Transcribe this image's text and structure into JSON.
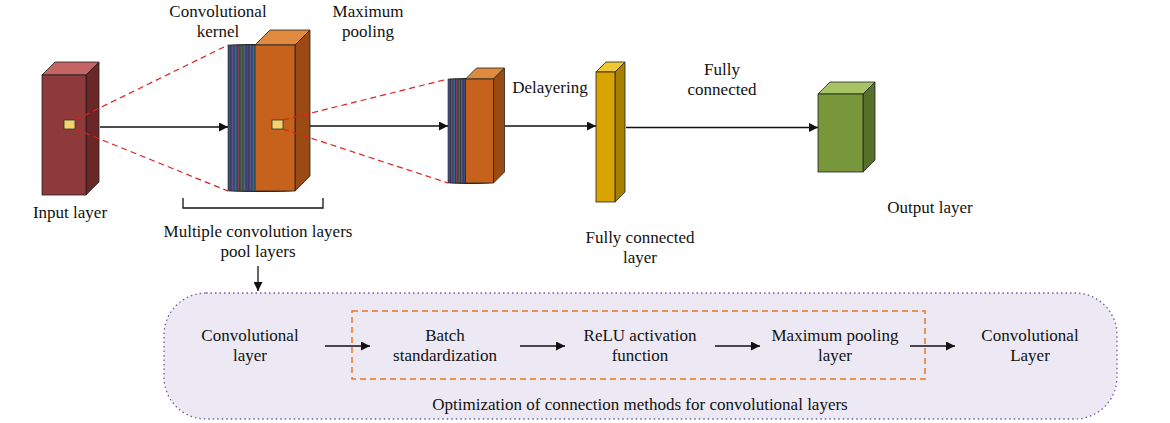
{
  "diagram": {
    "nodes": [
      {
        "text": [
          "Input layer"
        ]
      },
      {
        "text": [
          "Convolutional kernel"
        ]
      },
      {
        "text": [
          "Maximum pooling"
        ]
      },
      {
        "text": [
          "Fully connected layer"
        ]
      },
      {
        "text": [
          "Output layer"
        ]
      },
      {
        "text": [
          "Optimization of connection methods for convolutional layers"
        ]
      },
      {
        "text": [
          "Convolutional layer"
        ],
        "in": 5
      },
      {
        "text": [
          "Batch standardization"
        ],
        "in": 5
      },
      {
        "text": [
          "ReLU activation function"
        ],
        "in": 5
      },
      {
        "text": [
          "Maximum pooling layer"
        ],
        "in": 5
      },
      {
        "text": [
          "Convolutional Layer"
        ],
        "in": 5
      }
    ],
    "edges": [
      {
        "from": 0,
        "to": 1,
        "arrow": "to"
      },
      {
        "from": 1,
        "to": 2,
        "arrow": "to"
      },
      {
        "from": 2,
        "to": 3,
        "label": "Delayering",
        "arrow": "to"
      },
      {
        "from": 3,
        "to": 4,
        "label": "Fully connected",
        "arrow": "to"
      },
      {
        "from": 6,
        "to": 7,
        "arrow": "to"
      },
      {
        "from": 7,
        "to": 8,
        "arrow": "to"
      },
      {
        "from": 8,
        "to": 9,
        "arrow": "to"
      },
      {
        "from": 9,
        "to": 10,
        "arrow": "to"
      }
    ],
    "labels": [
      "Multiple convolution layers pool layers"
    ]
  }
}
